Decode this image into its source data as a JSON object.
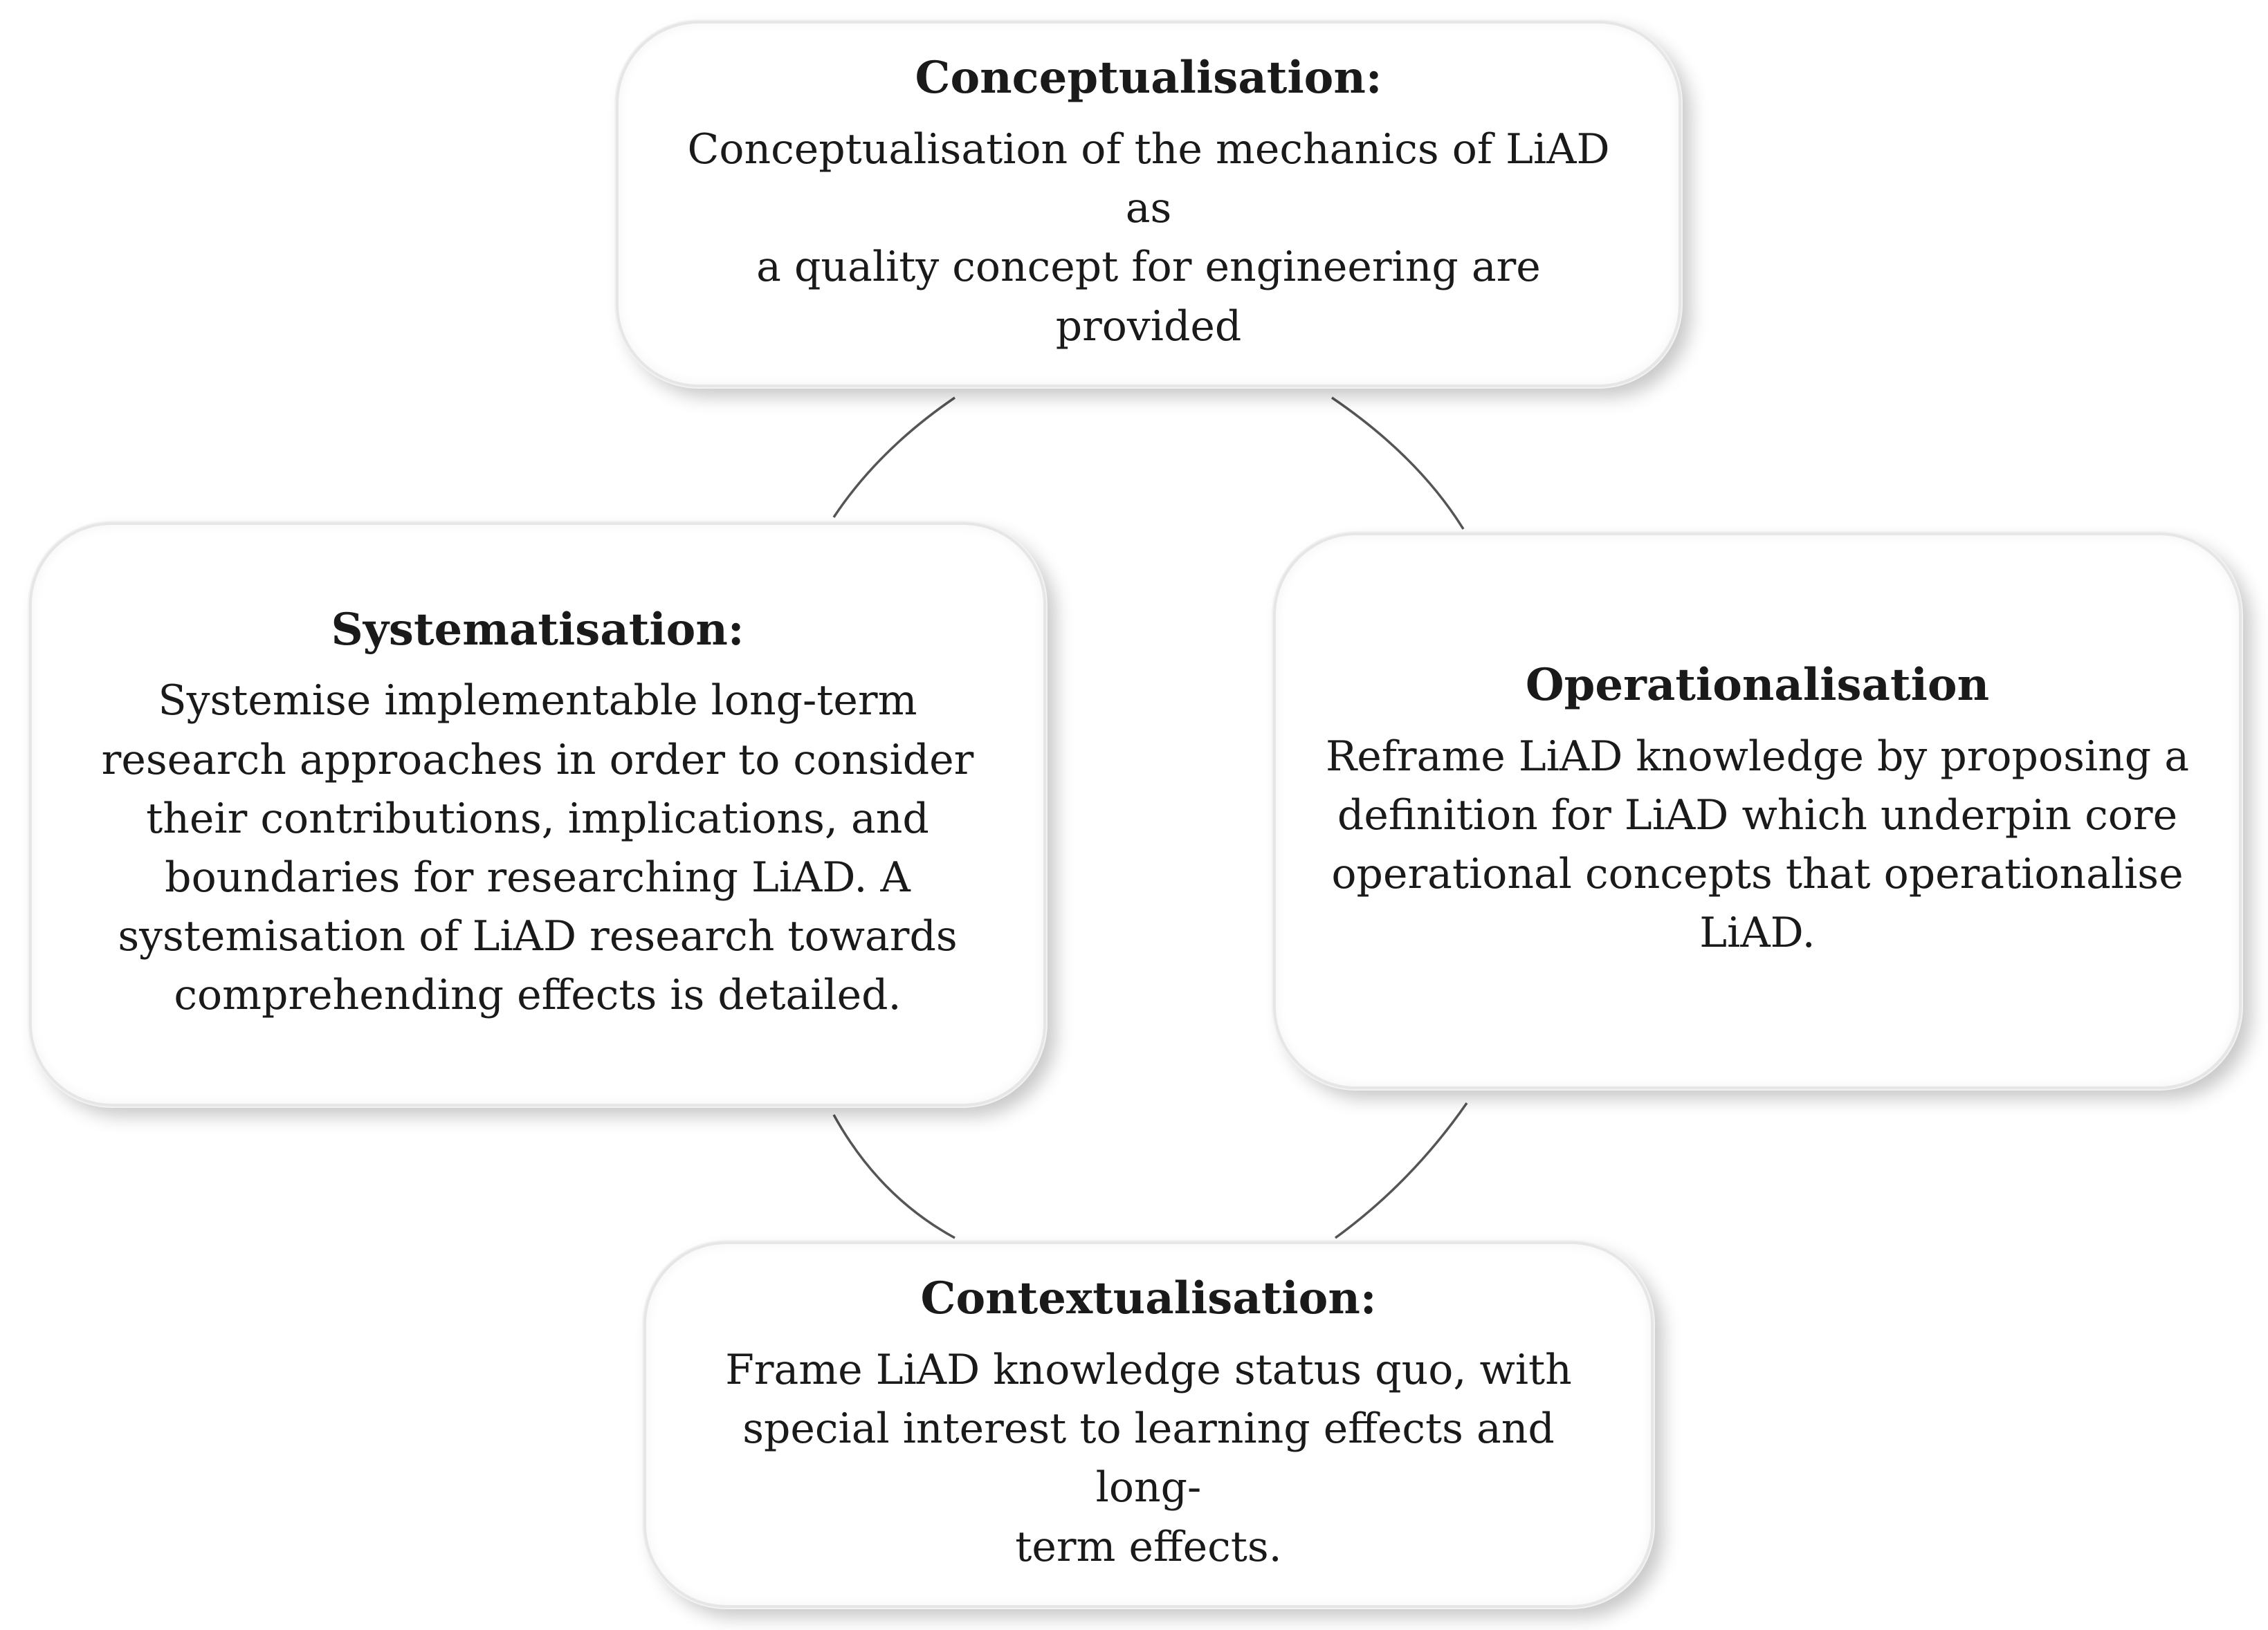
{
  "stages": {
    "conceptualisation": {
      "title": "Conceptualisation:",
      "body": "Conceptualisation of the mechanics of LiAD as\na quality concept for engineering are provided"
    },
    "systematisation": {
      "title": "Systematisation:",
      "body": "Systemise implementable long-term\nresearch approaches in order to consider\ntheir contributions, implications, and\nboundaries for researching LiAD. A\nsystemisation of LiAD research towards\ncomprehending effects is detailed."
    },
    "operationalisation": {
      "title": "Operationalisation",
      "body": "Reframe LiAD knowledge by proposing a\ndefinition for LiAD which underpin core\noperational concepts that operationalise\nLiAD."
    },
    "contextualisation": {
      "title": "Contextualisation:",
      "body": "Frame LiAD knowledge status quo, with\nspecial interest to learning effects and long-\nterm effects."
    }
  },
  "colors": {
    "connector": "#555555",
    "box_border": "#e6e6e6",
    "text": "#1a1a1a"
  }
}
